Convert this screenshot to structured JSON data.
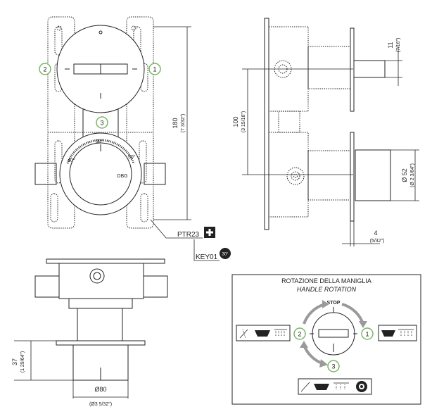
{
  "dimensions": {
    "height_180": "180",
    "height_180_imp": "(7 3/32\")",
    "spacing_100": "100",
    "spacing_100_imp": "(3 15/16\")",
    "depth_11": "11",
    "depth_11_imp": "(7/16\")",
    "dia_52": "Ø 52",
    "dia_52_imp": "(Ø 2 3/64\")",
    "thick_4": "4",
    "thick_4_imp": "(5/32\")",
    "depth_37": "37",
    "depth_37_imp": "(1 29/64\")",
    "dia_80": "Ø80",
    "dia_80_imp": "(Ø3 5/32\")"
  },
  "labels": {
    "ptr23": "PTR23",
    "key01": "KEY01",
    "key01_badge": "30°",
    "thermo_40": "40°",
    "thermo_38": "38°",
    "thermo_50": "50°",
    "stop_mark": "OBG"
  },
  "callouts": {
    "one": "1",
    "two": "2",
    "three": "3"
  },
  "rotation_panel": {
    "title": "ROTAZIONE DELLA MANIGLIA",
    "subtitle": "HANDLE ROTATION",
    "stop": "STOP",
    "one": "1",
    "two": "2",
    "three": "3"
  },
  "colors": {
    "line": "#222222",
    "callout_green": "#7bb661",
    "arrow_grey": "#9a9a9a"
  }
}
